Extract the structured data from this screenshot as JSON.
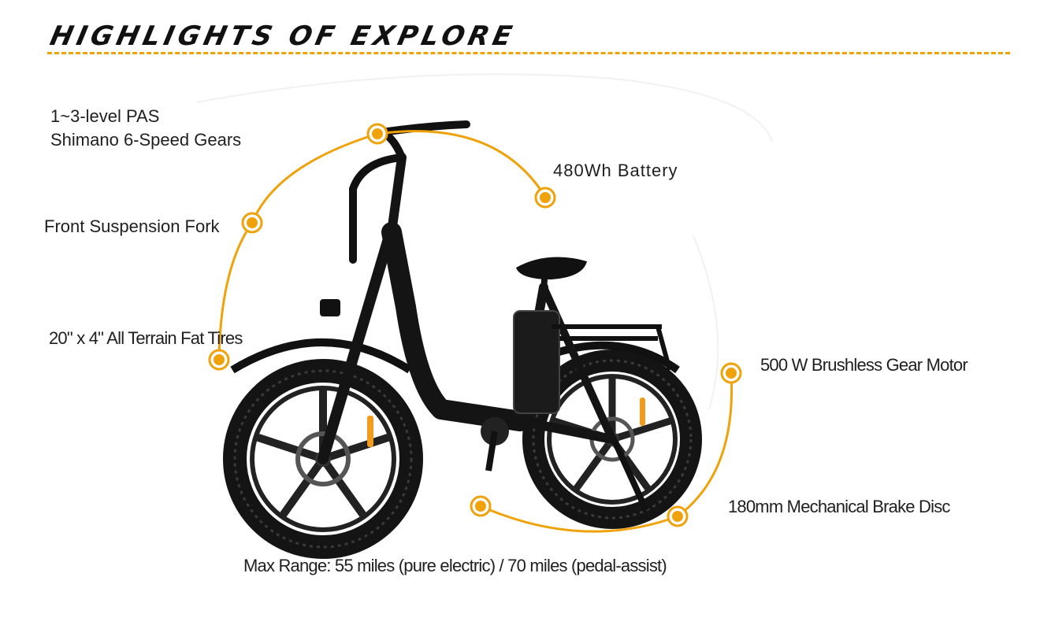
{
  "page": {
    "title": "HIGHLIGHTS OF EXPLORE",
    "accent_color": "#f0a20a",
    "frame_color": "#111111"
  },
  "features": {
    "pas": "1~3-level PAS",
    "gears": "Shimano 6-Speed Gears",
    "battery": "480Wh Battery",
    "fork": "Front Suspension Fork",
    "tires": "20\" x 4\" All Terrain Fat Tires",
    "motor": "500 W Brushless Gear Motor",
    "brake": "180mm Mechanical Brake Disc",
    "range": "Max Range: 55 miles (pure electric) / 70 miles (pedal-assist)"
  },
  "image": {
    "subject_icon": "ebike-illustration"
  }
}
